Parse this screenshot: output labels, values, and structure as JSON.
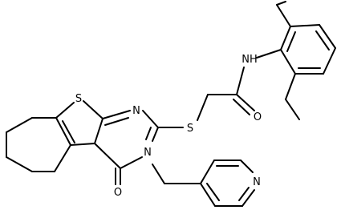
{
  "molecule": {
    "atoms": {
      "s_thiophene": "S",
      "n_pyrimidine": "N",
      "s_thioether": "S",
      "nh_amide": "NH",
      "o_amide": "O",
      "o_carbonyl": "O",
      "n_ring": "N",
      "n_pyridine": "N"
    }
  },
  "colors": {
    "bond": "#000000",
    "label": "#000000",
    "background": "#ffffff"
  }
}
